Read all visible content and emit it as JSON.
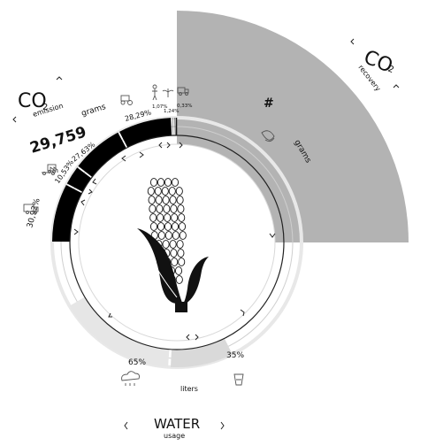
{
  "emission": {
    "title_main": "CO",
    "title_sub": "2",
    "caption": "emission",
    "total": "29,759",
    "unit": "grams"
  },
  "recovery": {
    "title_main": "CO",
    "title_sub": "2",
    "caption": "recovery",
    "value": "#",
    "unit": "grams"
  },
  "water": {
    "title": "WATER",
    "caption": "usage",
    "unit": "liters"
  },
  "colors": {
    "emission": "#000000",
    "recovery": "#b3b3b3",
    "water": "#e6e6e6",
    "ring": "#ffffff"
  },
  "icons": {
    "emission_phases": [
      "tractor-icon",
      "farmer-icon",
      "plant-icon",
      "truck-icon",
      "factory-icon",
      "truck-icon",
      "delivery-truck-icon"
    ],
    "recovery": "corn-leaf-icon",
    "water_left": "rain-cloud-icon",
    "water_right": "glass-icon",
    "center": "corn-icon"
  },
  "chart_data": [
    {
      "type": "pie",
      "title": "CO2 emission",
      "unit": "grams",
      "total": 29759,
      "slices": [
        {
          "label": "30,92%",
          "value": 30.92
        },
        {
          "label": "10,53%",
          "value": 10.53
        },
        {
          "label": "27,63%",
          "value": 27.63
        },
        {
          "label": "28,29%",
          "value": 28.29
        },
        {
          "label": "1,07%",
          "value": 1.07
        },
        {
          "label": "1,24%",
          "value": 1.24
        },
        {
          "label": "0,33%",
          "value": 0.33
        }
      ]
    },
    {
      "type": "pie",
      "title": "WATER usage",
      "unit": "liters",
      "slices": [
        {
          "label": "65%",
          "value": 65
        },
        {
          "label": "35%",
          "value": 35
        }
      ]
    }
  ]
}
